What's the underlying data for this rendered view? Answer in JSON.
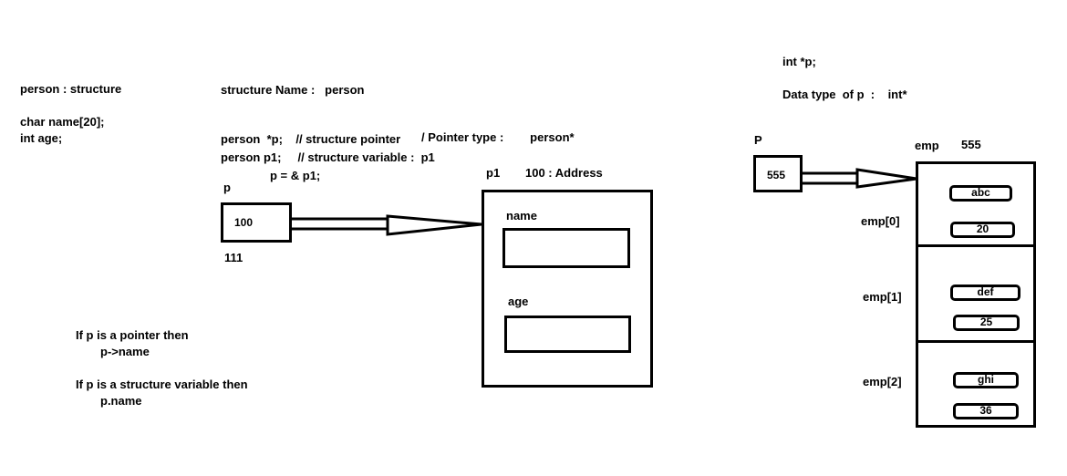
{
  "left_panel": {
    "struct_label": "person : structure",
    "field_name": "char name[20];",
    "field_age": "int age;"
  },
  "middle_panel": {
    "structure_name": "structure Name :   person",
    "pointer_decl": "person  *p;    // structure pointer",
    "pointer_type": "/ Pointer type :        person*",
    "variable_decl": "person p1;     // structure variable :  p1",
    "assign": "p = & p1;",
    "p_label": "p",
    "p_value": "100",
    "p_address": "111",
    "p1_label": "p1",
    "p1_address": "100 : Address",
    "field_name_label": "name",
    "field_age_label": "age"
  },
  "notes": {
    "pointer_rule": "If p is a pointer then",
    "pointer_access": "p->name",
    "struct_rule": "If p is a structure variable then",
    "struct_access": "p.name"
  },
  "right_panel": {
    "int_decl": "int *p;",
    "data_type": "Data type  of p  :    int*",
    "p_label": "P",
    "p_value": "555",
    "emp_label": "emp",
    "emp_address": "555",
    "elements": [
      {
        "label": "emp[0]",
        "name": "abc",
        "age": "20"
      },
      {
        "label": "emp[1]",
        "name": "def",
        "age": "25"
      },
      {
        "label": "emp[2]",
        "name": "ghi",
        "age": "36"
      }
    ]
  }
}
